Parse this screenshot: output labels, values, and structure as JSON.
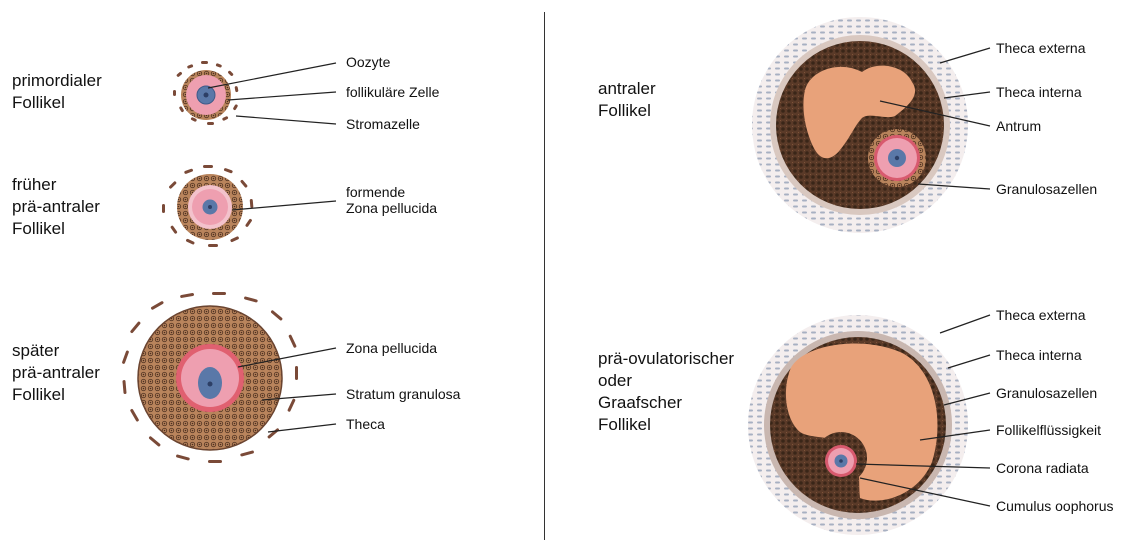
{
  "stages": {
    "primordial": "primordialer\nFollikel",
    "early_preantral": "früher\nprä-antraler\nFollikel",
    "late_preantral": "später\nprä-antraler\nFollikel",
    "antral": "antraler\nFollikel",
    "preovulatory": "prä-ovulatorischer\noder\nGraafscher\nFollikel"
  },
  "labels": {
    "oozyte": "Oozyte",
    "follikulaere_zelle": "follikuläre Zelle",
    "stromazelle": "Stromazelle",
    "formende_zp": "formende\nZona pellucida",
    "zona_pellucida": "Zona pellucida",
    "stratum_granulosa": "Stratum granulosa",
    "theca": "Theca",
    "antral_theca_externa": "Theca externa",
    "antral_theca_interna": "Theca interna",
    "antrum": "Antrum",
    "antral_granulosazellen": "Granulosazellen",
    "pre_theca_externa": "Theca externa",
    "pre_theca_interna": "Theca interna",
    "pre_granulosazellen": "Granulosazellen",
    "follikelfluessigkeit": "Follikelflüssigkeit",
    "corona_radiata": "Corona radiata",
    "cumulus_oophorus": "Cumulus oophorus"
  },
  "colors": {
    "oocyte": "#ee9fb0",
    "oocyte_rim": "#d85a6e",
    "nucleus": "#5a78a8",
    "granulosa": "#b9845c",
    "granulosa_dark": "#3f2a1c",
    "fluid": "#e8a27a",
    "stroma_dash": "#7a4a38",
    "theca_externa_dash": "#8a96a8"
  }
}
